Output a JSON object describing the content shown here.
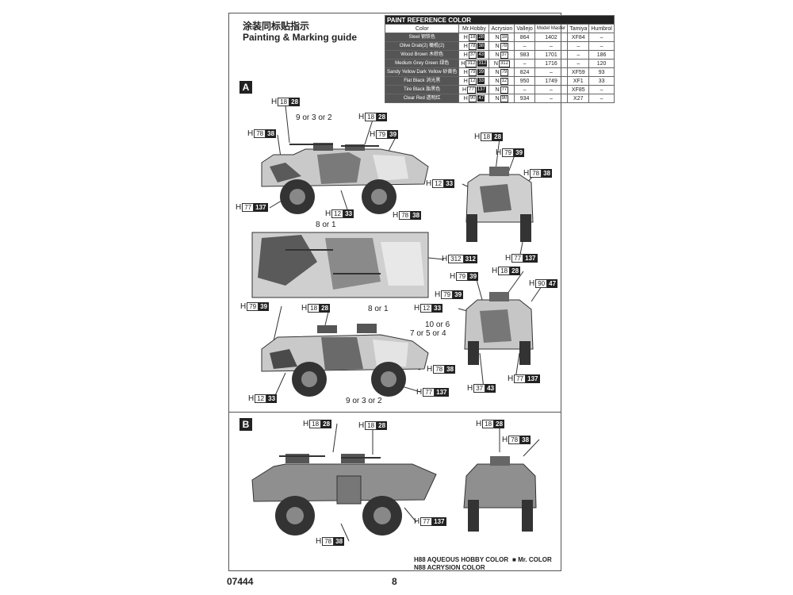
{
  "header": {
    "title_cn": "涂装同标贴指示",
    "title_en": "Painting & Marking guide"
  },
  "table": {
    "caption": "PAINT  REFERENCE COLOR",
    "columns": [
      "Color",
      "Mr.Hobby",
      "Acrysion",
      "Vallejo",
      "Model Master",
      "Tamiya",
      "Humbrol"
    ],
    "rows": [
      {
        "color": "Steel 钢铁色",
        "h": "18",
        "hb": "28",
        "n": "18",
        "vallejo": "864",
        "mm": "1402",
        "tamiya": "XF84",
        "humbrol": "–"
      },
      {
        "color": "Olive Drab(2) 橄榄(2)",
        "h": "78",
        "hb": "38",
        "n": "78",
        "vallejo": "–",
        "mm": "–",
        "tamiya": "–",
        "humbrol": "–"
      },
      {
        "color": "Wood Brown 木棕色",
        "h": "37",
        "hb": "43",
        "n": "37",
        "vallejo": "983",
        "mm": "1701",
        "tamiya": "–",
        "humbrol": "186"
      },
      {
        "color": "Medium Grey Green 绿色",
        "h": "312",
        "hb": "312",
        "n": "312",
        "vallejo": "–",
        "mm": "1716",
        "tamiya": "–",
        "humbrol": "120"
      },
      {
        "color": "Sandy Yellow Dark Yellow 砂黄色",
        "h": "79",
        "hb": "39",
        "n": "79",
        "vallejo": "824",
        "mm": "–",
        "tamiya": "XF59",
        "humbrol": "93"
      },
      {
        "color": "Flat Black 消光黑",
        "h": "12",
        "hb": "33",
        "n": "12",
        "vallejo": "950",
        "mm": "1749",
        "tamiya": "XF1",
        "humbrol": "33"
      },
      {
        "color": "Tire Black 胎黑色",
        "h": "77",
        "hb": "137",
        "n": "77",
        "vallejo": "–",
        "mm": "–",
        "tamiya": "XF85",
        "humbrol": "–"
      },
      {
        "color": "Clear Red 透明红",
        "h": "90",
        "hb": "47",
        "n": "90",
        "vallejo": "934",
        "mm": "–",
        "tamiya": "X27",
        "humbrol": "–"
      }
    ]
  },
  "sections": {
    "a": "A",
    "b": "B"
  },
  "callout_prefix": "H",
  "callouts": [
    {
      "w": "18",
      "b": "28"
    },
    {
      "w": "18",
      "b": "28"
    },
    {
      "w": "78",
      "b": "38"
    },
    {
      "w": "79",
      "b": "39"
    },
    {
      "w": "77",
      "b": "137"
    },
    {
      "w": "12",
      "b": "33"
    },
    {
      "w": "78",
      "b": "38"
    },
    {
      "w": "18",
      "b": "28"
    },
    {
      "w": "79",
      "b": "39"
    },
    {
      "w": "12",
      "b": "33"
    },
    {
      "w": "78",
      "b": "38"
    },
    {
      "w": "77",
      "b": "137"
    },
    {
      "w": "312",
      "b": "312"
    },
    {
      "w": "79",
      "b": "39"
    },
    {
      "w": "18",
      "b": "28"
    },
    {
      "w": "90",
      "b": "47"
    },
    {
      "w": "79",
      "b": "39"
    },
    {
      "w": "79",
      "b": "39"
    },
    {
      "w": "18",
      "b": "28"
    },
    {
      "w": "12",
      "b": "33"
    },
    {
      "w": "78",
      "b": "38"
    },
    {
      "w": "77",
      "b": "137"
    },
    {
      "w": "12",
      "b": "33"
    },
    {
      "w": "37",
      "b": "43"
    },
    {
      "w": "77",
      "b": "137"
    },
    {
      "w": "18",
      "b": "28"
    },
    {
      "w": "18",
      "b": "28"
    },
    {
      "w": "18",
      "b": "28"
    },
    {
      "w": "78",
      "b": "38"
    },
    {
      "w": "77",
      "b": "137"
    },
    {
      "w": "78",
      "b": "38"
    }
  ],
  "notes": [
    "9 or 3 or 2",
    "8 or 1",
    "8 or 1",
    "10 or 6",
    "7 or 5 or 4",
    "9 or 3 or 2"
  ],
  "legend": {
    "h": "H88  AQUEOUS HOBBY COLOR",
    "mr": "Mr. COLOR",
    "n": "N88  ACRYSION COLOR"
  },
  "footer": {
    "code": "07444",
    "page": "8"
  }
}
